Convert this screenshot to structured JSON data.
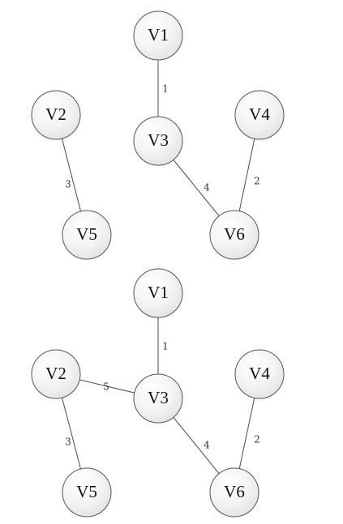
{
  "colors": {
    "background": "#ffffff",
    "node_fill_light": "#ffffff",
    "node_fill_dark": "#e2e2e2",
    "node_stroke": "#555555",
    "edge_stroke": "#4a4a4a",
    "text": "#111111"
  },
  "graphs": [
    {
      "id": "graph-1",
      "nodes": [
        {
          "id": "V1",
          "label": "V1"
        },
        {
          "id": "V2",
          "label": "V2"
        },
        {
          "id": "V3",
          "label": "V3"
        },
        {
          "id": "V4",
          "label": "V4"
        },
        {
          "id": "V5",
          "label": "V5"
        },
        {
          "id": "V6",
          "label": "V6"
        }
      ],
      "edges": [
        {
          "from": "V1",
          "to": "V3",
          "weight": "1"
        },
        {
          "from": "V2",
          "to": "V5",
          "weight": "3"
        },
        {
          "from": "V3",
          "to": "V6",
          "weight": "4"
        },
        {
          "from": "V4",
          "to": "V6",
          "weight": "2"
        }
      ]
    },
    {
      "id": "graph-2",
      "nodes": [
        {
          "id": "V1",
          "label": "V1"
        },
        {
          "id": "V2",
          "label": "V2"
        },
        {
          "id": "V3",
          "label": "V3"
        },
        {
          "id": "V4",
          "label": "V4"
        },
        {
          "id": "V5",
          "label": "V5"
        },
        {
          "id": "V6",
          "label": "V6"
        }
      ],
      "edges": [
        {
          "from": "V1",
          "to": "V3",
          "weight": "1"
        },
        {
          "from": "V2",
          "to": "V3",
          "weight": "5"
        },
        {
          "from": "V2",
          "to": "V5",
          "weight": "3"
        },
        {
          "from": "V3",
          "to": "V6",
          "weight": "4"
        },
        {
          "from": "V4",
          "to": "V6",
          "weight": "2"
        }
      ]
    }
  ]
}
